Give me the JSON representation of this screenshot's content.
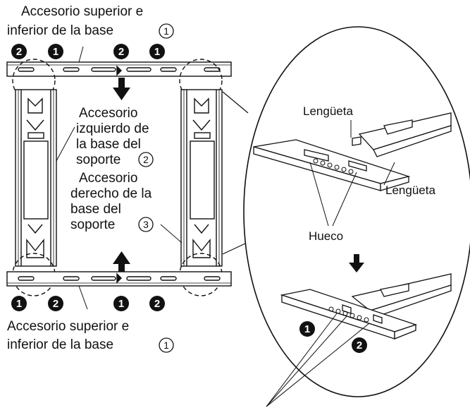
{
  "labels": {
    "top_base_line1": "Accesorio superior e",
    "top_base_line2": "inferior de la base",
    "left_bracket_line1": "Accesorio",
    "left_bracket_line2": "izquierdo de",
    "left_bracket_line3": "la base del",
    "left_bracket_line4": "soporte",
    "right_bracket_line1": "Accesorio",
    "right_bracket_line2": "derecho de la",
    "right_bracket_line3": "base del",
    "right_bracket_line4": "soporte",
    "bottom_base_line1": "Accesorio superior e",
    "bottom_base_line2": "inferior de la base",
    "tab_upper": "Lengüeta",
    "tab_lower": "Lengüeta",
    "hole": "Hueco"
  },
  "markers": {
    "one": "1",
    "two": "2",
    "three": "3",
    "bullet_one": "1",
    "bullet_two": "2"
  },
  "top_bullets": [
    "2",
    "1",
    "2",
    "1"
  ],
  "bottom_bullets": [
    "1",
    "2",
    "1",
    "2"
  ]
}
